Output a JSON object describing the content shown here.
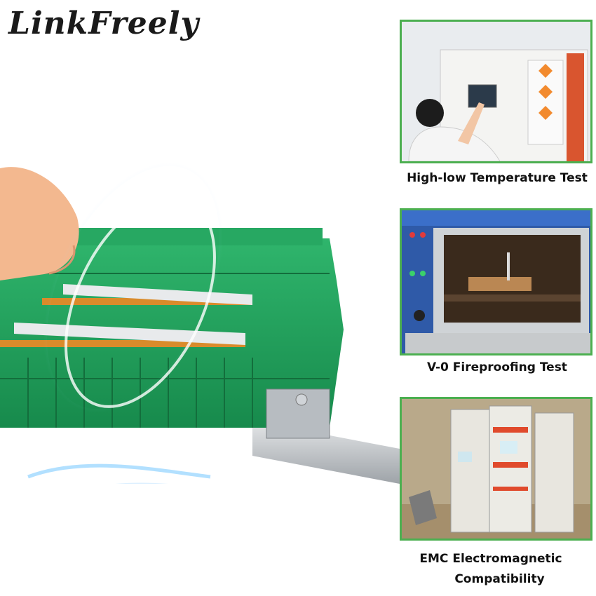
{
  "brand": {
    "logo_text": "LinkFreely"
  },
  "tests": [
    {
      "caption": "High-low Temperature Test"
    },
    {
      "caption": "V-0 Fireproofing Test"
    },
    {
      "caption_line1": "EMC Electromagnetic",
      "caption_line2": "Compatibility"
    }
  ],
  "colors": {
    "frame_border": "#4caf50",
    "module_green": "#1f9e5a",
    "din_rail": "#b8bcc0"
  }
}
